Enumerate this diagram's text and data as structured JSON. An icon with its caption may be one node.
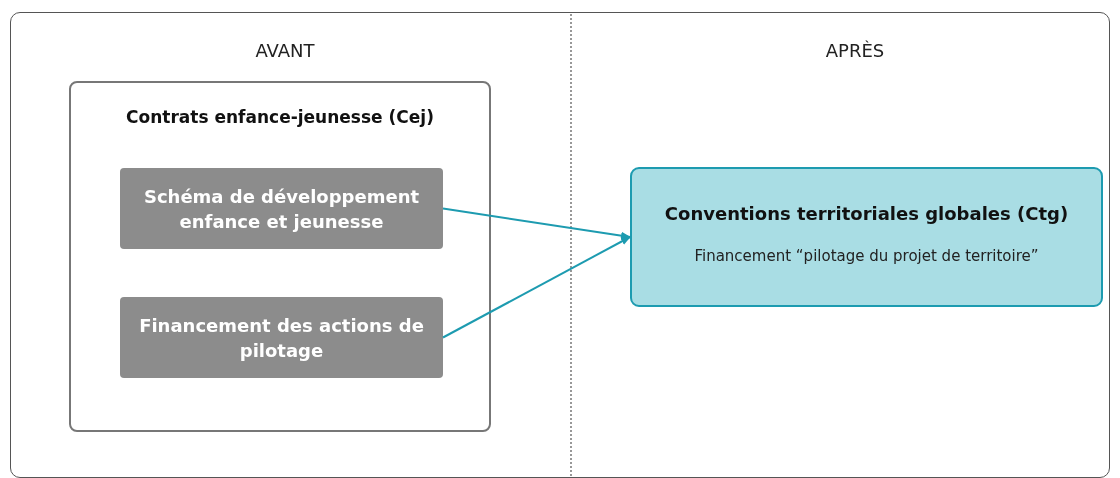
{
  "diagram": {
    "nodes": [
      {
        "text": [
          "Contrats enfance-jeunesse (Cej)"
        ]
      },
      {
        "text": [
          "Schéma de développement enfance et jeunesse"
        ],
        "in": 0
      },
      {
        "text": [
          "Financement des actions de pilotage"
        ],
        "in": 0
      },
      {
        "text": [
          "Conventions territoriales globales (Ctg)",
          "Financement “pilotage du projet de territoire”"
        ]
      }
    ],
    "edges": [
      {
        "from": 1,
        "to": 3,
        "arrow": "to"
      },
      {
        "from": 2,
        "to": 3,
        "arrow": "to"
      }
    ],
    "labels": [
      "AVANT",
      "APRÈS"
    ]
  }
}
